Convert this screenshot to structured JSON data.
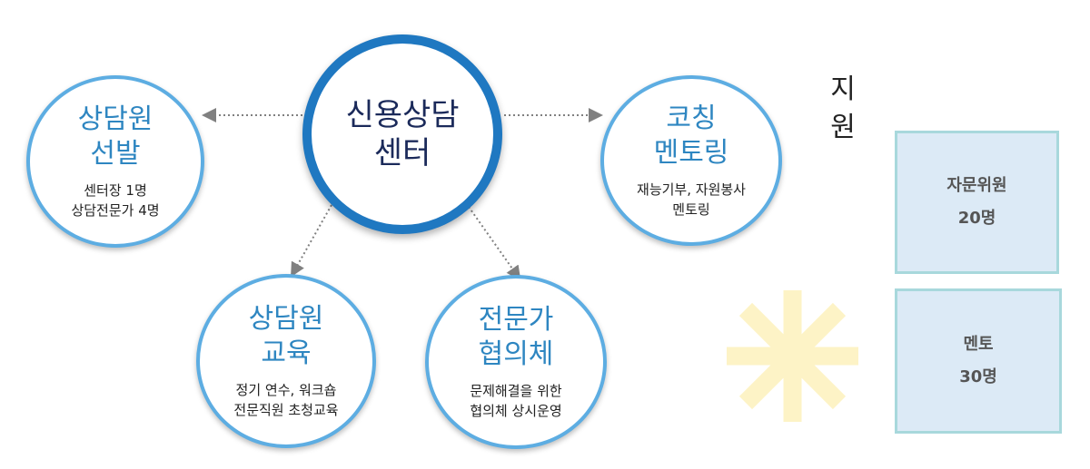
{
  "center": {
    "line1": "신용상담",
    "line2": "센터"
  },
  "nodes": {
    "selection": {
      "title1": "상담원",
      "title2": "선발",
      "desc1": "센터장 1명",
      "desc2": "상담전문가 4명"
    },
    "coaching": {
      "title1": "코칭",
      "title2": "멘토링",
      "desc1": "재능기부, 자원봉사",
      "desc2": "멘토링"
    },
    "education": {
      "title1": "상담원",
      "title2": "교육",
      "desc1": "정기 연수, 워크숍",
      "desc2": "전문직원 초청교육"
    },
    "council": {
      "title1": "전문가",
      "title2": "협의체",
      "desc1": "문제해결을 위한",
      "desc2": "협의체 상시운영"
    }
  },
  "support": {
    "char1": "지",
    "char2": "원"
  },
  "boxes": {
    "advisors": {
      "label": "자문위원",
      "count": "20명"
    },
    "mentors": {
      "label": "멘토",
      "count": "30명"
    }
  },
  "colors": {
    "center_border": "#1f78c1",
    "node_border": "#5dade2",
    "node_title": "#2e86c1",
    "box_fill": "#dceaf6",
    "box_border": "#a8d8dc",
    "asterisk": "#fdf3c6",
    "connector": "#808080"
  }
}
